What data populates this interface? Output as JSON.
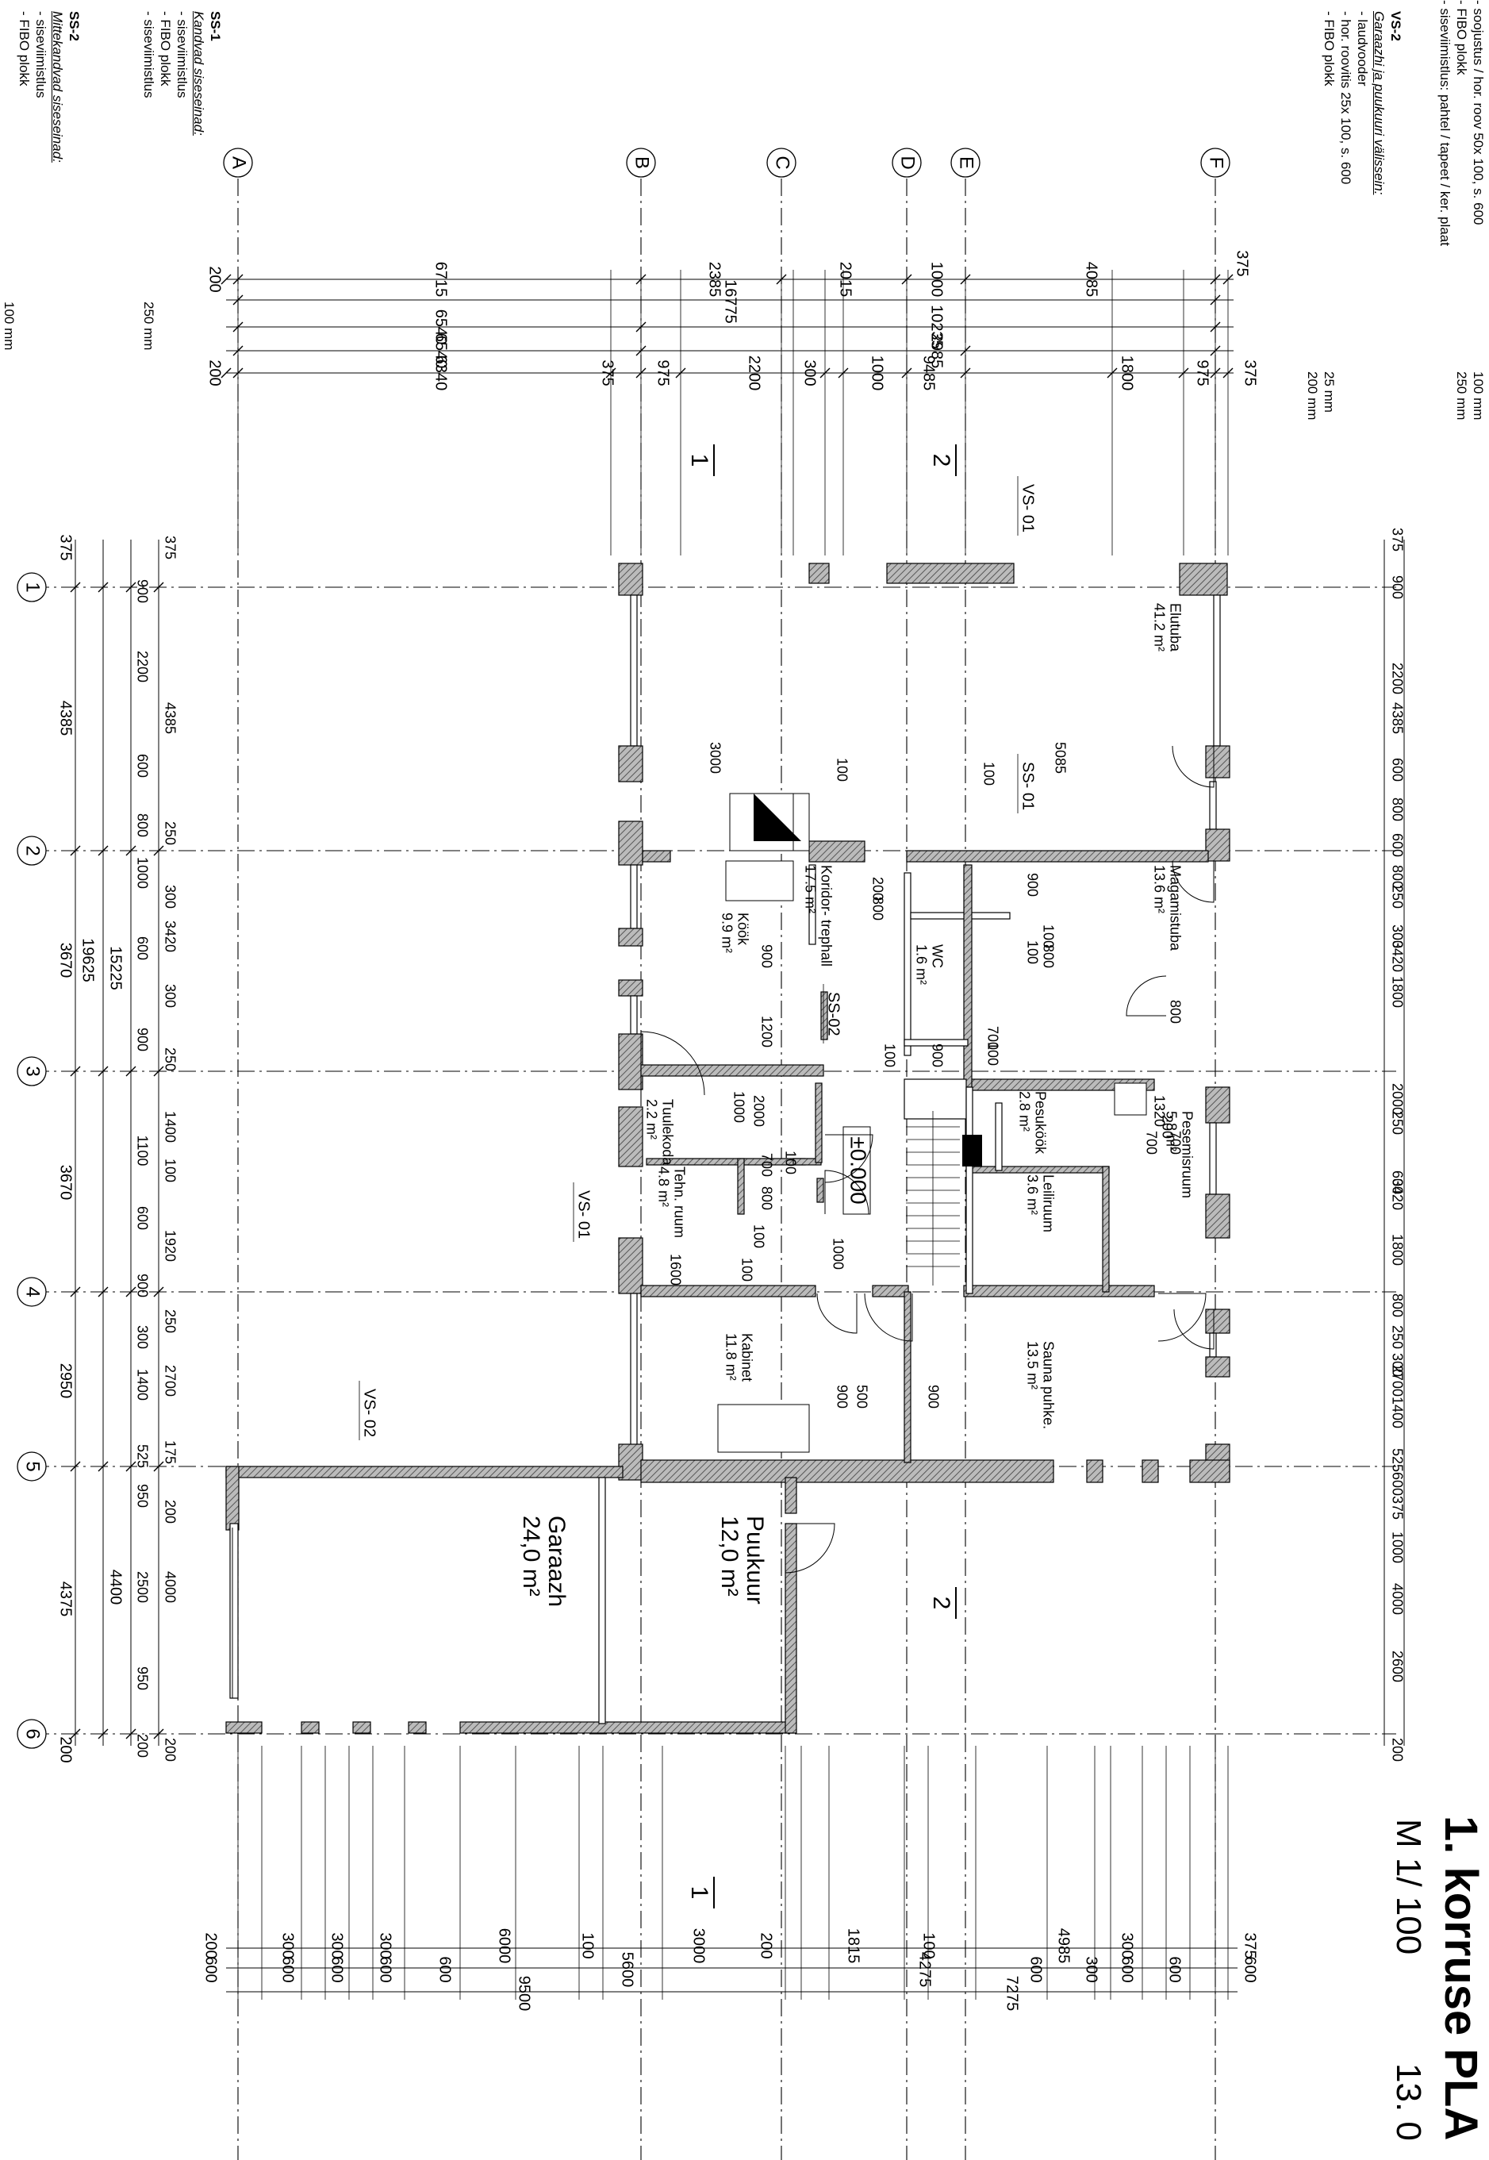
{
  "title": "1. korruse PLA",
  "scale": "M 1/ 100",
  "date": "13. 0",
  "level_mark": "±0.000",
  "wall_types": {
    "vs1_lines": [
      "- soojustus / hor. roov 50x 100, s. 600",
      "- FIBO plokk",
      "- siseviimistlus: pahtel / tapeet / ker. plaat"
    ],
    "vs1_values": [
      "100 mm",
      "250 mm",
      ""
    ],
    "vs2": {
      "code": "VS-2",
      "subtitle": "Garaazhi ja puukuuri välissein:",
      "lines": [
        "- laudvooder",
        "- hor. roovitis 25x 100, s. 600",
        "- FIBO plokk"
      ],
      "values": [
        "25 mm",
        "200 mm",
        ""
      ]
    },
    "ss1": {
      "code": "SS-1",
      "subtitle": "Kandvad siseseinad:",
      "lines": [
        "- siseviimistlus",
        "- FIBO plokk",
        "- siseviimistlus"
      ],
      "value": "250 mm"
    },
    "ss2": {
      "code": "SS-2",
      "subtitle": "Mittekandvad siseseinad:",
      "lines": [
        "- siseviimistlus",
        "- FIBO plokk"
      ],
      "value": "100 mm"
    }
  },
  "axes_letters": [
    "A",
    "B",
    "C",
    "D",
    "E",
    "F"
  ],
  "axes_numbers": [
    "1",
    "2",
    "3",
    "4",
    "5",
    "6"
  ],
  "section_marks": [
    "1",
    "2",
    "2",
    "1"
  ],
  "wall_tags": [
    "VS- 01",
    "SS- 01",
    "SS-02",
    "VS- 01",
    "VS- 02"
  ],
  "rooms": [
    {
      "name": "Elutuba",
      "area": "41.2 m²"
    },
    {
      "name": "Magamistuba",
      "area": "13.6 m²"
    },
    {
      "name": "Köök",
      "area": "9.9 m²"
    },
    {
      "name": "Koridor- trephall",
      "area": "17.5 m²"
    },
    {
      "name": "WC",
      "area": "1.6 m²"
    },
    {
      "name": "Tuulekoda",
      "area": "2.2 m²"
    },
    {
      "name": "Tehn. ruum",
      "area": "4.8 m²"
    },
    {
      "name": "Pesuköök",
      "area": "2.8 m²"
    },
    {
      "name": "Leiliruum",
      "area": "3.6 m²"
    },
    {
      "name": "Pesemisruum",
      "area": "5.8 m²"
    },
    {
      "name": "Kabinet",
      "area": "11.8 m²"
    },
    {
      "name": "Sauna puhke.",
      "area": "13.5 m²"
    },
    {
      "name": "Puukuur",
      "area": "12,0 m²"
    },
    {
      "name": "Garaazh",
      "area": "24,0 m²"
    }
  ],
  "dims_top": {
    "row1": [
      "200",
      "6715",
      "2385",
      "2015",
      "1000",
      "4085",
      "375"
    ],
    "row2": [
      "16775"
    ],
    "row3": [
      "6540",
      "10235"
    ],
    "row4": [
      "6540",
      "2985"
    ],
    "row5": [
      "200",
      "6340",
      "375",
      "975",
      "2200",
      "300",
      "1000",
      "1800",
      "975",
      "375",
      "9485"
    ]
  },
  "dims_left": {
    "outer": [
      "375",
      "4385",
      "3670",
      "3670",
      "2950",
      "4375",
      "200"
    ],
    "mid": [
      "19625",
      "15225",
      "4400"
    ],
    "inner": [
      "900",
      "2200",
      "600",
      "800",
      "1000",
      "600",
      "900",
      "1100",
      "600",
      "900",
      "300",
      "1400",
      "525",
      "950",
      "2500",
      "950",
      "200"
    ],
    "inner2": [
      "375",
      "4385",
      "250",
      "300",
      "3420",
      "300",
      "250",
      "1400",
      "100",
      "1920",
      "250",
      "2700",
      "175",
      "200",
      "4000",
      "200"
    ]
  },
  "dims_right": {
    "outer": [
      "375",
      "900",
      "2200",
      "4385",
      "600",
      "800",
      "600",
      "800",
      "250",
      "300",
      "3420",
      "1800",
      "2000",
      "250",
      "600",
      "3420",
      "1800",
      "800",
      "250",
      "300",
      "2700",
      "1400",
      "525",
      "600",
      "375",
      "1000",
      "4000",
      "2600",
      "200"
    ]
  },
  "dims_bottom": {
    "row1": [
      "200",
      "300",
      "300",
      "300",
      "6000",
      "100",
      "3000",
      "200",
      "1815",
      "100",
      "4985",
      "300",
      "375"
    ],
    "row2": [
      "600",
      "600",
      "600",
      "600",
      "600",
      "5600",
      "4275",
      "600",
      "300",
      "600",
      "600",
      "600"
    ],
    "row3": [
      "9500",
      "7275"
    ]
  },
  "dims_inner": [
    "3000",
    "100",
    "5085",
    "100",
    "200",
    "800",
    "900",
    "1200",
    "900",
    "100",
    "800",
    "100",
    "700",
    "100",
    "900",
    "100",
    "800",
    "1320",
    "200",
    "700",
    "700",
    "1000",
    "2000",
    "100",
    "700",
    "800",
    "100",
    "1000",
    "1600",
    "100",
    "500",
    "900",
    "900"
  ]
}
